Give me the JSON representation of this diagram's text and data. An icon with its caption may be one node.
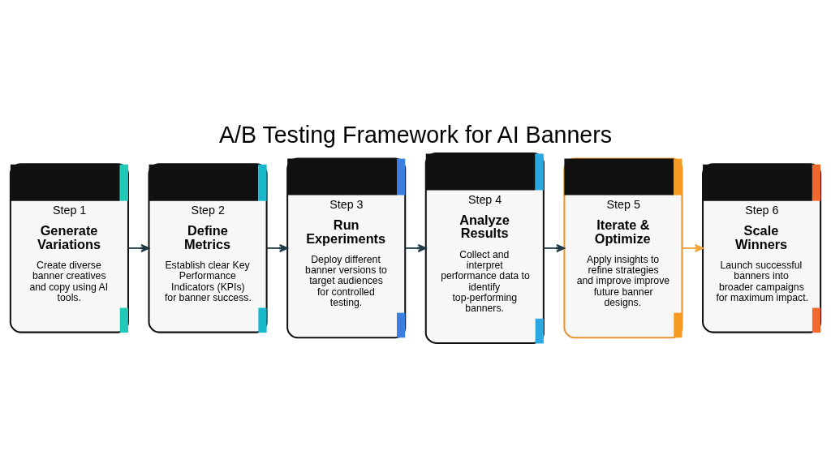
{
  "diagram": {
    "title": "A/B Testing Framework for AI Banners",
    "nodes": [
      {
        "text": [
          "Step 1",
          "Generate Variations",
          "Create diverse banner creatives and copy using AI tools."
        ]
      },
      {
        "text": [
          "Step 2",
          "Define Metrics",
          "Establish clear Key Performance Indicators (KPIs) for banner success."
        ]
      },
      {
        "text": [
          "Step 3",
          "Run Experiments",
          "Deploy different banner versions to target audiences for controlled testing."
        ]
      },
      {
        "text": [
          "Step 4",
          "Analyze Results",
          "Collect and interpret performance data to identify top-performing banners."
        ]
      },
      {
        "text": [
          "Step 5",
          "Iterate & Optimize",
          "Apply insights to refine strategies and improve improve future banner designs."
        ]
      },
      {
        "text": [
          "Step 6",
          "Scale Winners",
          "Launch successful banners into broader campaigns for maximum impact."
        ]
      }
    ],
    "edges": [
      {
        "from": 0,
        "to": 1,
        "arrow": "to"
      },
      {
        "from": 1,
        "to": 2,
        "arrow": "to"
      },
      {
        "from": 2,
        "to": 3,
        "arrow": "to"
      },
      {
        "from": 3,
        "to": 4,
        "arrow": "to"
      },
      {
        "from": 4,
        "to": 5,
        "arrow": "to",
        "color": "#f2a33a"
      }
    ]
  }
}
